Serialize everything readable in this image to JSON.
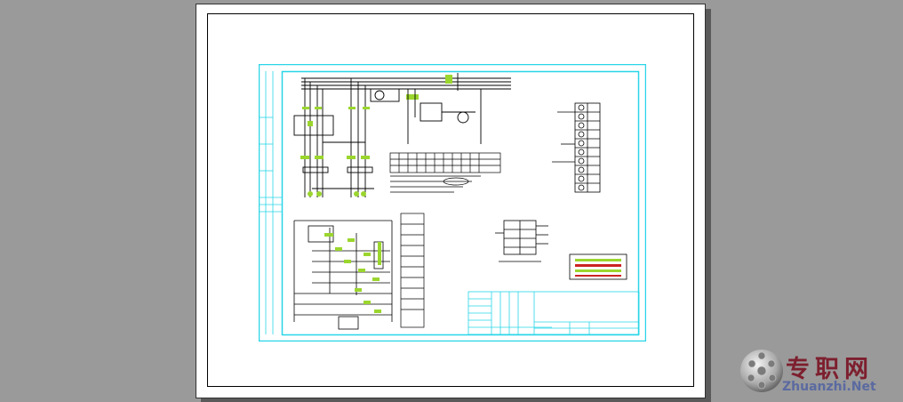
{
  "colors": {
    "background": "#999999",
    "paper": "#ffffff",
    "frame": "#29d6e8",
    "drawing_ink": "#000000",
    "accent_green": "#9bd62e",
    "accent_red": "#cc2222",
    "watermark_red": "#7d1f2e",
    "watermark_blue": "#5b6aa0"
  },
  "title_block": {
    "title_main": "5.5KV",
    "title_rest": "馈线柜一、二次电气原理图",
    "subtitle": "（一柜一张）"
  },
  "watermark": {
    "chinese": "专职网",
    "english": "Zhuanzhi.Net",
    "logo_icon": "soccer-ball-icon"
  }
}
